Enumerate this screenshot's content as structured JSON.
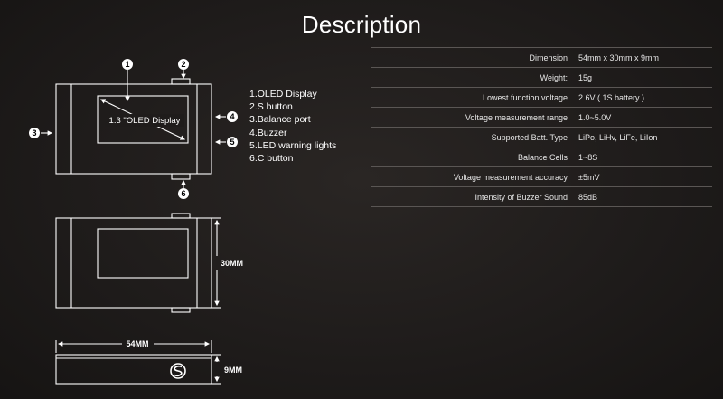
{
  "title": "Description",
  "legend": [
    "1.OLED Display",
    "2.S button",
    "3.Balance port",
    "4.Buzzer",
    "5.LED warning lights",
    "6.C button"
  ],
  "screen_label": "1.3 \"OLED Display",
  "callouts": [
    "1",
    "2",
    "3",
    "4",
    "5",
    "6"
  ],
  "dimensions": {
    "height": "30MM",
    "length": "54MM",
    "depth": "9MM"
  },
  "specs": [
    {
      "label": "Dimension",
      "value": "54mm x 30mm x 9mm"
    },
    {
      "label": "Weight:",
      "value": "15g"
    },
    {
      "label": "Lowest function voltage",
      "value": "2.6V ( 1S battery )"
    },
    {
      "label": "Voltage measurement range",
      "value": "1.0~5.0V"
    },
    {
      "label": "Supported Batt. Type",
      "value": "LiPo, LiHv, LiFe, LiIon"
    },
    {
      "label": "Balance Cells",
      "value": "1~8S"
    },
    {
      "label": "Voltage measurement accuracy",
      "value": "±5mV"
    },
    {
      "label": "Intensity of Buzzer Sound",
      "value": "85dB"
    }
  ]
}
